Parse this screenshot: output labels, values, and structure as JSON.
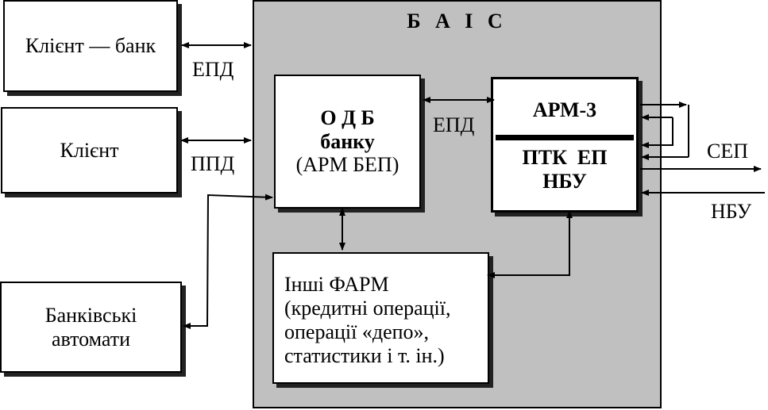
{
  "system_title": "Б А І С",
  "left_blocks": {
    "client_bank": "Клієнт — банк",
    "client": "Клієнт",
    "bank_atm": [
      "Банківські",
      "автомати"
    ]
  },
  "odb_block": {
    "line1": "О Д Б",
    "line2": "банку",
    "line3": "(АРМ БЕП)"
  },
  "arm3_block": {
    "top": "АРМ-3",
    "bottom1": "ПТК  ЕП",
    "bottom2": "НБУ"
  },
  "other_farm_block": {
    "lines": [
      "Інші ФАРМ",
      "(кредитні операції,",
      "операції «депо»,",
      "статистики і т. ін.)"
    ]
  },
  "link_labels": {
    "epd_client_bank": "ЕПД",
    "ppd_client": "ППД",
    "epd_odb_arm3": "ЕПД",
    "sep": "СЕП",
    "nbu": "НБУ"
  }
}
